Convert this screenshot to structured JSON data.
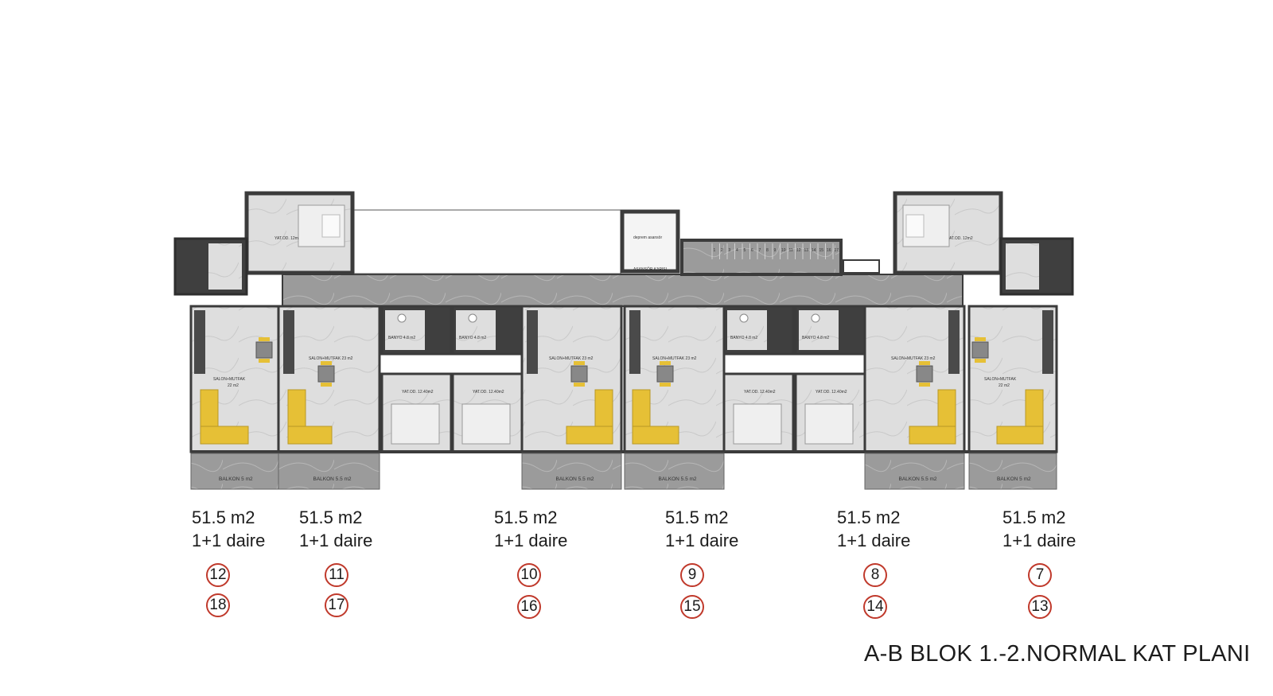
{
  "title": "A-B BLOK 1.-2.NORMAL KAT PLANI",
  "colors": {
    "wall": "#3b3b3b",
    "floor": "#dcdcdc",
    "corridor": "#9c9c9c",
    "balcony": "#8f8f8f",
    "sofa": "#e6c036",
    "number_circle": "#c0392b"
  },
  "units": [
    {
      "area": "51.5 m2",
      "type": "1+1 daire",
      "numbers": [
        "12",
        "18"
      ]
    },
    {
      "area": "51.5 m2",
      "type": "1+1 daire",
      "numbers": [
        "11",
        "17"
      ]
    },
    {
      "area": "51.5 m2",
      "type": "1+1 daire",
      "numbers": [
        "10",
        "16"
      ]
    },
    {
      "area": "51.5 m2",
      "type": "1+1 daire",
      "numbers": [
        "9",
        "15"
      ]
    },
    {
      "area": "51.5 m2",
      "type": "1+1 daire",
      "numbers": [
        "8",
        "14"
      ]
    },
    {
      "area": "51.5 m2",
      "type": "1+1 daire",
      "numbers": [
        "7",
        "13"
      ]
    }
  ],
  "room_labels": {
    "salon_22": "SALON+MUTFAK",
    "salon_22_area": "22 m2",
    "salon_23": "SALON+MUTFAK 23 m2",
    "yatod": "YAT.OD. 12.40m2",
    "yatod_12": "YAT.OD. 12m2",
    "banyo": "BANYO 4.8 m2",
    "balkon_5": "BALKON 5 m2",
    "balkon_55": "BALKON 5.5 m2",
    "shaft": "deprem asansör",
    "lift_door": "ASANSÖR KAPISI",
    "stair_steps": [
      "1",
      "2",
      "3",
      "4",
      "5",
      "6",
      "7",
      "8",
      "9",
      "10",
      "11",
      "12",
      "13",
      "14",
      "15",
      "16",
      "17"
    ]
  }
}
